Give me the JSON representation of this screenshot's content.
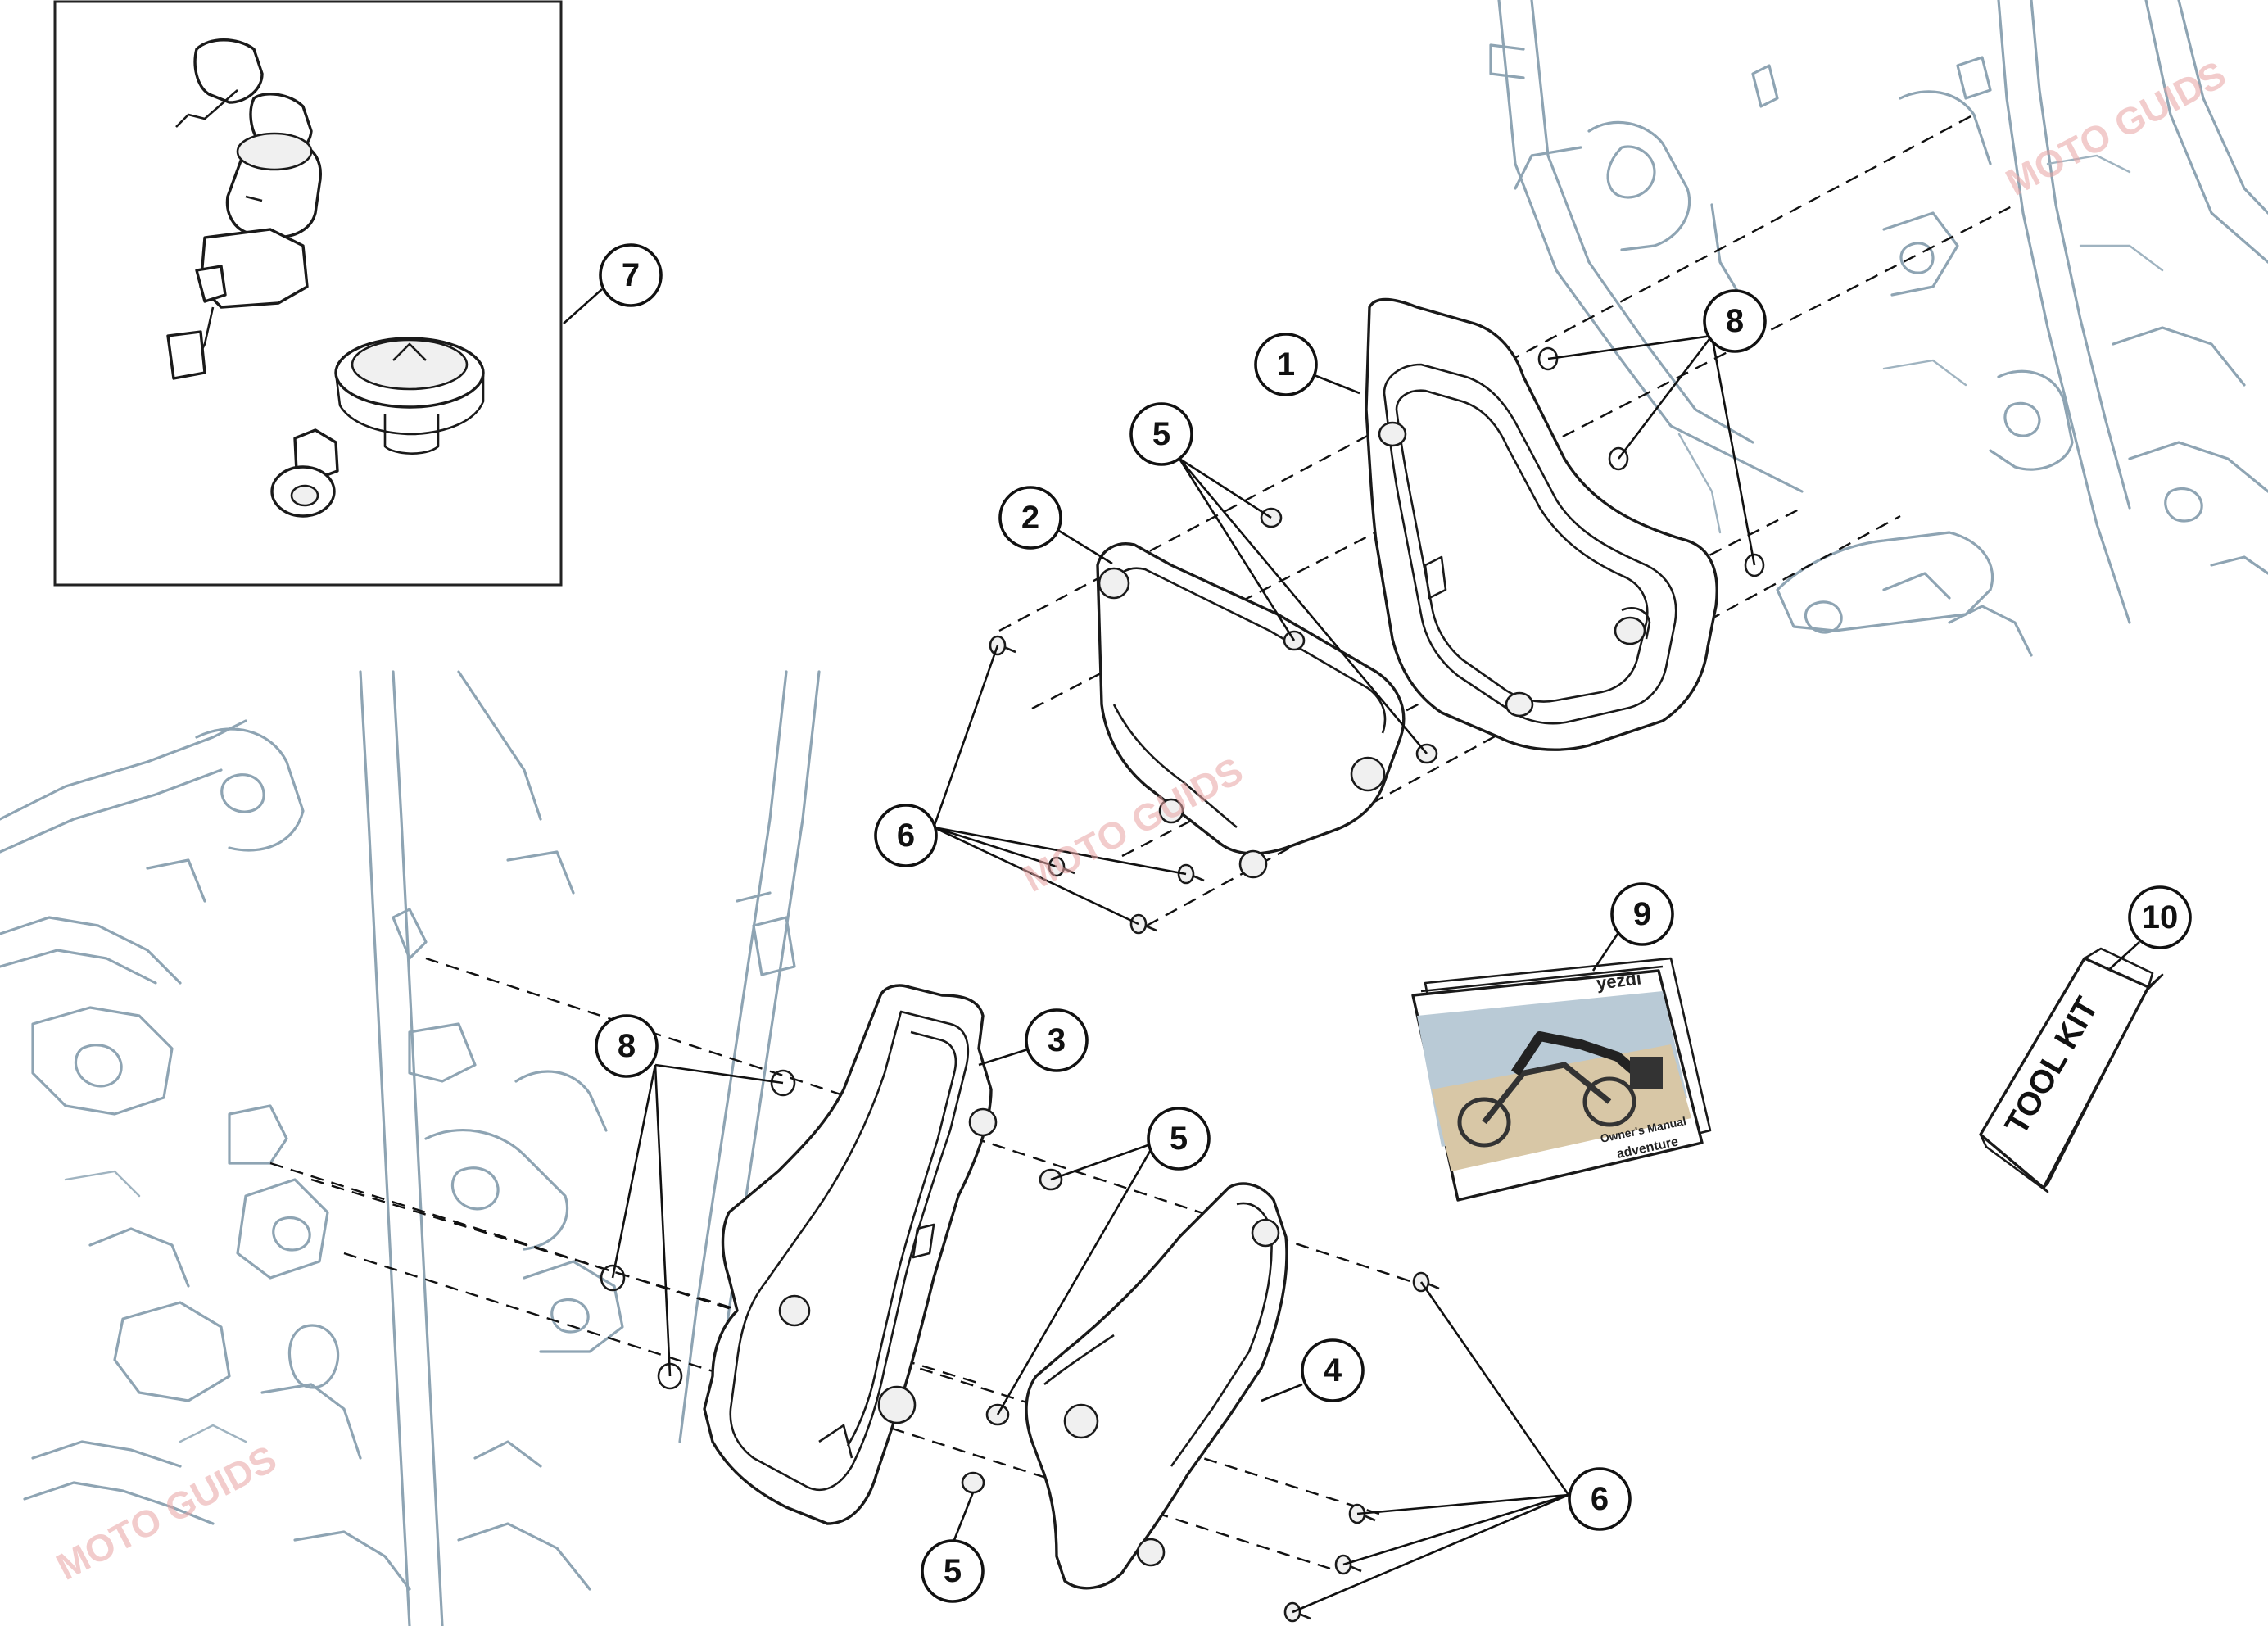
{
  "callouts": [
    {
      "num": "1",
      "part": "Right side panel bracket"
    },
    {
      "num": "2",
      "part": "Right side cover"
    },
    {
      "num": "3",
      "part": "Left side panel bracket"
    },
    {
      "num": "4",
      "part": "Left side cover"
    },
    {
      "num": "5",
      "part": "Nut"
    },
    {
      "num": "6",
      "part": "Screw"
    },
    {
      "num": "7",
      "part": "Lock set"
    },
    {
      "num": "8",
      "part": "Washer"
    },
    {
      "num": "9",
      "part": "Owner's manual"
    },
    {
      "num": "10",
      "part": "Tool kit"
    }
  ],
  "manual": {
    "brand": "yezdi",
    "title": "Owner's Manual",
    "subtitle": "adventure"
  },
  "toolkit_label": "TOOL KIT",
  "watermark": "MOTO GUIDS"
}
